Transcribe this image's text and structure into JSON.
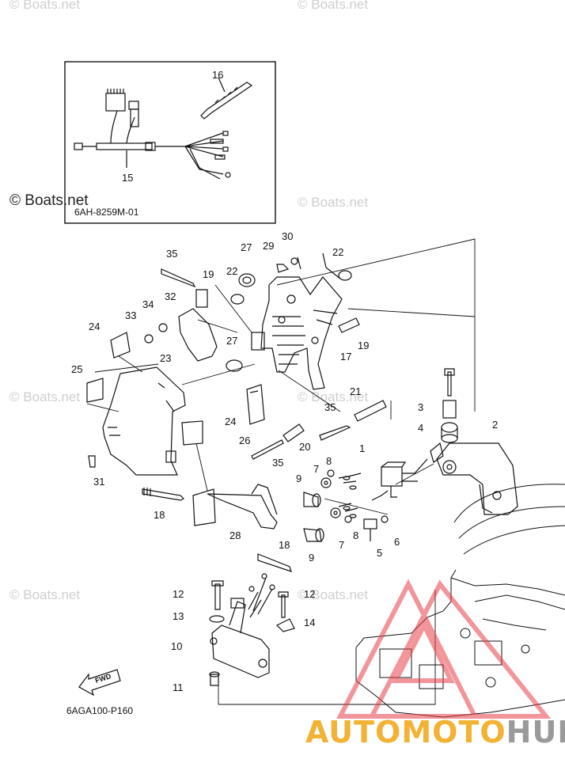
{
  "watermarks": {
    "top_left": "© Boats.net",
    "top_right": "© Boats.net",
    "mid_left_bold": "© Boats.net",
    "mid_right": "© Boats.net",
    "row3_left": "© Boats.net",
    "row3_right": "© Boats.net",
    "row4_left": "© Boats.net",
    "row4_right": "© Boats.net"
  },
  "inset": {
    "code": "6AH-8259M-01",
    "labels": {
      "p16": "16",
      "p15": "15"
    }
  },
  "labels": {
    "p1": "1",
    "p2": "2",
    "p3": "3",
    "p4": "4",
    "p5": "5",
    "p6": "6",
    "p7a": "7",
    "p7b": "7",
    "p8a": "8",
    "p8b": "8",
    "p9a": "9",
    "p9b": "9",
    "p10": "10",
    "p11": "11",
    "p12a": "12",
    "p12b": "12",
    "p13": "13",
    "p14": "14",
    "p17": "17",
    "p18a": "18",
    "p18b": "18",
    "p19a": "19",
    "p19b": "19",
    "p20": "20",
    "p21": "21",
    "p22a": "22",
    "p22b": "22",
    "p23": "23",
    "p24a": "24",
    "p24b": "24",
    "p25": "25",
    "p26": "26",
    "p27a": "27",
    "p27b": "27",
    "p28": "28",
    "p29": "29",
    "p30": "30",
    "p31": "31",
    "p32": "32",
    "p33": "33",
    "p34": "34",
    "p35a": "35",
    "p35b": "35",
    "p35c": "35"
  },
  "fwd_label": "FWD",
  "diagram_code": "6AGA100-P160",
  "logo": {
    "part1": "AUTOMOTO",
    "part2": "HUB"
  },
  "colors": {
    "logo_orange": "#f2b233",
    "logo_gray": "#9a9a9a",
    "logo_triangle": "#e8404a"
  }
}
